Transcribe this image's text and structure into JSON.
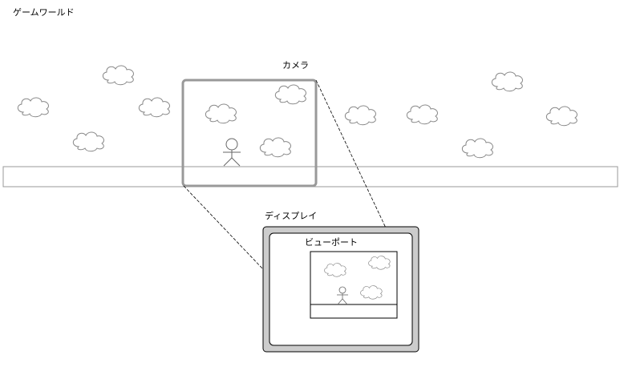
{
  "labels": {
    "world": "ゲームワールド",
    "camera": "カメラ",
    "display": "ディスプレイ",
    "viewport": "ビューポート"
  },
  "colors": {
    "stroke": "#000000",
    "cloud_stroke": "#888888",
    "camera_frame": "#999999",
    "display_bezel": "#cccccc",
    "ground_stroke": "#999999"
  }
}
